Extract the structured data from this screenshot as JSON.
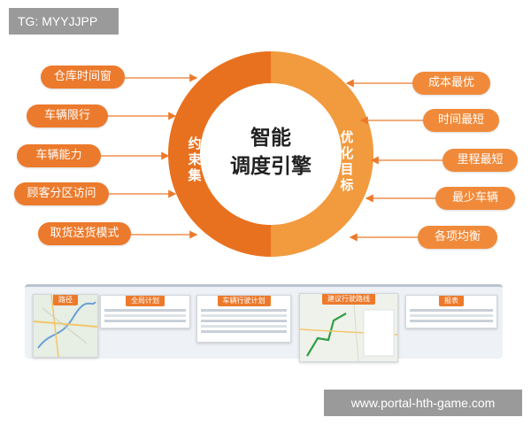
{
  "watermark": {
    "top_left": "TG: MYYJJPP",
    "bottom_right": "www.portal-hth-game.com"
  },
  "center": {
    "line1": "智能",
    "line2": "调度引擎"
  },
  "ring": {
    "left_label": "约束集",
    "right_label": "优化目标",
    "left_color": "#e8711f",
    "right_color": "#f29a3e"
  },
  "constraints": [
    "仓库时间窗",
    "车辆限行",
    "车辆能力",
    "顾客分区访问",
    "取货送货模式"
  ],
  "objectives": [
    "成本最优",
    "时间最短",
    "里程最短",
    "最少车辆",
    "各项均衡"
  ],
  "screens": [
    "路径",
    "全局计划",
    "车辆行驶计划",
    "建议行驶路线",
    "报表"
  ]
}
